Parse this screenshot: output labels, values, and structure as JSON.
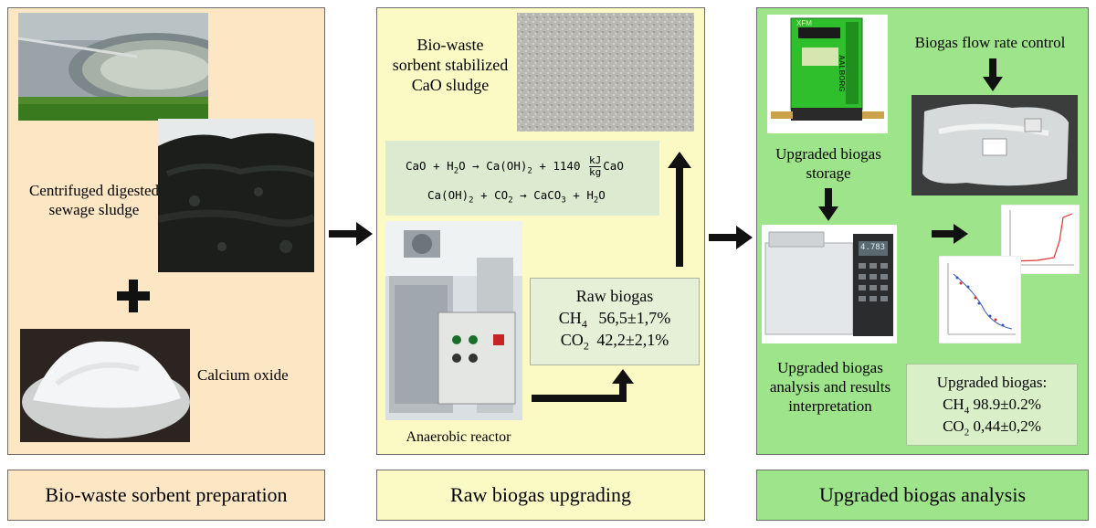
{
  "panels": {
    "sorbent": {
      "caption": "Bio-waste sorbent preparation",
      "sludge_label": "Centrifuged digested sewage sludge",
      "cao_label": "Calcium oxide"
    },
    "upgrading": {
      "caption": "Raw biogas upgrading",
      "sorbent_label": "Bio-waste sorbent stabilized CaO sludge",
      "reaction1": {
        "lhs": "CaO + H",
        "lhs_sub": "2",
        "lhs_tail": "O → Ca(OH)",
        "mid_sub": "2",
        "mid_tail": " + 1140",
        "frac_num": "kJ",
        "frac_den": "kg",
        "end": "CaO"
      },
      "reaction2": {
        "a": "Ca(OH)",
        "a_sub": "2",
        "b": " + CO",
        "b_sub": "2",
        "c": " → CaCO",
        "c_sub": "3",
        "d": " + H",
        "d_sub": "2",
        "e": "O"
      },
      "reactor_label": "Anaerobic reactor",
      "raw_biogas": {
        "title": "Raw biogas",
        "ch4_name": "CH",
        "ch4_sub": "4",
        "ch4_value": "56,5±1,7%",
        "co2_name": "CO",
        "co2_sub": "2",
        "co2_value": "42,2±2,1%"
      }
    },
    "analysis": {
      "caption": "Upgraded biogas analysis",
      "flow_label": "Biogas flow rate control",
      "storage_label": "Upgraded biogas storage",
      "analysis_label": "Upgraded biogas analysis and results interpretation",
      "upgraded": {
        "title": "Upgraded biogas:",
        "ch4_name": "CH",
        "ch4_sub": "4",
        "ch4_value": "98.9±0.2%",
        "co2_name": "CO",
        "co2_sub": "2",
        "co2_value": "0,44±0,2%"
      },
      "meter_brand": "XFM",
      "meter_side": "AALBORG",
      "display_value": "4.783"
    }
  },
  "colors": {
    "sorbent_bg": "#fce6c4",
    "upgrading_bg": "#fcfac4",
    "analysis_bg": "#9ee48a",
    "formula_bg": "#dcebd0",
    "raw_box_bg": "#e6f0d6",
    "upgraded_box_bg": "#d8efc8"
  }
}
